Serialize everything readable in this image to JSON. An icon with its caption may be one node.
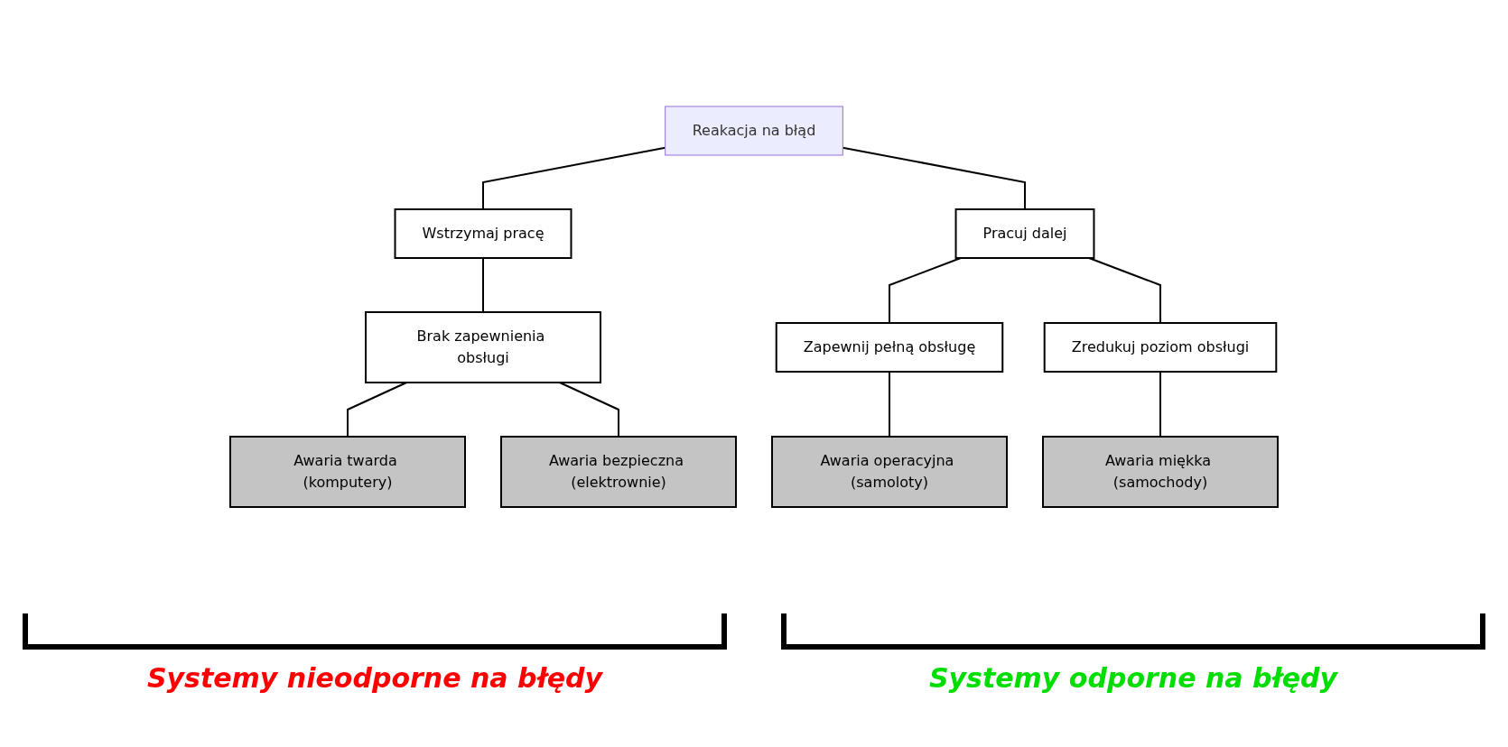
{
  "diagram": {
    "nodes": [
      {
        "text": [
          "Reakacja na błąd"
        ]
      },
      {
        "text": [
          "Wstrzymaj pracę"
        ]
      },
      {
        "text": [
          "Pracuj dalej"
        ]
      },
      {
        "text": [
          "Brak zapewnienia obsługi"
        ]
      },
      {
        "text": [
          "Zapewnij pełną obsługę"
        ]
      },
      {
        "text": [
          "Zredukuj poziom obsługi"
        ]
      },
      {
        "text": [
          "Awaria twarda (komputery)"
        ]
      },
      {
        "text": [
          "Awaria bezpieczna (elektrownie)"
        ]
      },
      {
        "text": [
          "Awaria operacyjna (samoloty)"
        ]
      },
      {
        "text": [
          "Awaria miękka (samochody)"
        ]
      }
    ],
    "edges": [
      {
        "from": 0,
        "to": 1,
        "arrow": "none"
      },
      {
        "from": 0,
        "to": 2,
        "arrow": "none"
      },
      {
        "from": 1,
        "to": 3,
        "arrow": "none"
      },
      {
        "from": 2,
        "to": 4,
        "arrow": "none"
      },
      {
        "from": 2,
        "to": 5,
        "arrow": "none"
      },
      {
        "from": 3,
        "to": 6,
        "arrow": "none"
      },
      {
        "from": 3,
        "to": 7,
        "arrow": "none"
      },
      {
        "from": 4,
        "to": 8,
        "arrow": "none"
      },
      {
        "from": 5,
        "to": 9,
        "arrow": "none"
      }
    ],
    "labels": [
      "Systemy nieodporne na błędy",
      "Systemy odporne na błędy"
    ]
  }
}
